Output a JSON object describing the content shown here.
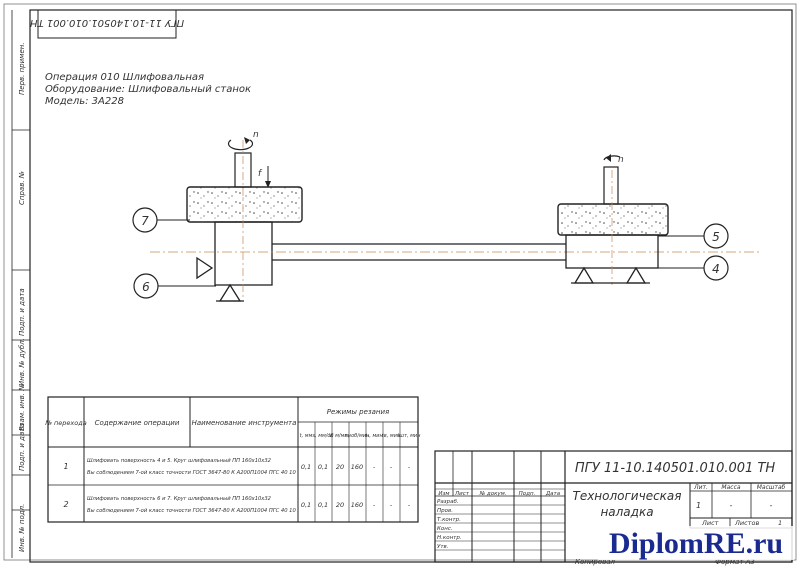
{
  "header": {
    "rotated_code": "ПГУ 11-10.140501.010.001 ТН"
  },
  "operation": {
    "line1": "Операция 010 Шлифовальная",
    "line2": "Оборудование: Шлифовальный станок",
    "line3": "Модель: 3А228"
  },
  "sketch": {
    "callouts": [
      "7",
      "6",
      "5",
      "4"
    ],
    "rotation_label_left": "n",
    "rotation_label_right": "n",
    "feed_label": "f"
  },
  "left_strip": {
    "labels": [
      "Перв. примен.",
      "Справ. №",
      "Подп. и дата",
      "Инв. № дубл.",
      "Взам. инв. №",
      "Подп. и дата",
      "Инв. № подл."
    ]
  },
  "process_table": {
    "headers": {
      "step": "№ перехода",
      "content": "Содержание операции",
      "tool": "Наименование инструмента",
      "modes": "Режимы резания",
      "sub": [
        "t, мм",
        "s, мм/об",
        "V, м/мин",
        "n, об/мин",
        "tₒ, мин",
        "tв, мин",
        "tшт, мин"
      ]
    },
    "rows": [
      {
        "step": "1",
        "content1": "Шлифовать поверхность 4 и 5. Круг шлифовальный ПП 160х10х32",
        "content2": "Вы соблюдением 7-ой класс точности ГОСТ 3647-80 К А200П1004 ПГС 40 10",
        "t": "0,1",
        "s": "0,1",
        "v": "20",
        "n": "160",
        "t1": "-",
        "t2": "-",
        "t3": "-"
      },
      {
        "step": "2",
        "content1": "Шлифовать поверхность 6 и 7. Круг шлифовальный ПП 160х10х32",
        "content2": "Вы соблюдением 7-ой класс точности ГОСТ 3647-80 К А200П1004 ПГС 40 10",
        "t": "0,1",
        "s": "0,1",
        "v": "20",
        "n": "160",
        "t1": "-",
        "t2": "-",
        "t3": "-"
      }
    ]
  },
  "title_block": {
    "code": "ПГУ 11-10.140501.010.001 ТН",
    "title_line1": "Технологическая",
    "title_line2": "наладка",
    "col_headers": [
      "Изм",
      "Лист",
      "№ докум.",
      "Подп.",
      "Дата"
    ],
    "roles": [
      "Разраб.",
      "Пров.",
      "Т.контр.",
      "Конс.",
      "Н.контр.",
      "Утв."
    ],
    "lit_label": "Лит.",
    "mass_label": "Масса",
    "scale_label": "Масштаб",
    "lit_value": "1",
    "mass_value": "-",
    "scale_value": "-",
    "sheet_label": "Лист",
    "sheets_label": "Листов",
    "sheets_value": "1"
  },
  "footer": {
    "copied": "Копировал",
    "format": "Формат  А3"
  },
  "watermark": {
    "text": "DiplomRE.ru",
    "color": "#1b2a8f"
  }
}
